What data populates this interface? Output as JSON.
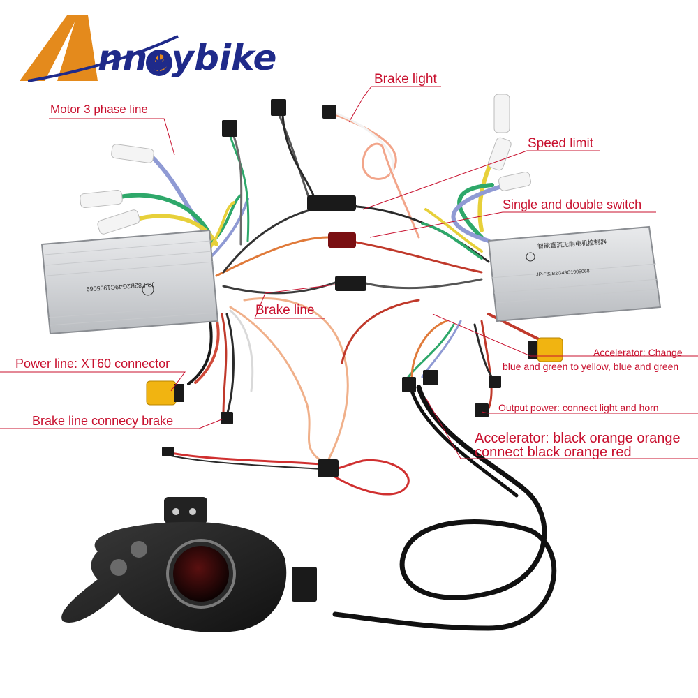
{
  "brand": {
    "name": "Annoybike",
    "name_rest": "nnoybike",
    "colors": {
      "orange": "#e48a1c",
      "blue": "#1f2a8a",
      "label_red": "#c8102e"
    }
  },
  "labels": {
    "brake_light": "Brake light",
    "motor_phase": "Motor 3 phase line",
    "speed_limit": "Speed limit",
    "single_double_switch": "Single and double switch",
    "brake_line": "Brake line",
    "accelerator_change_1": "Accelerator: Change",
    "accelerator_change_2": "blue and green to yellow, blue and green",
    "power_line": "Power line: XT60 connector",
    "brake_line_connect": "Brake line connecy brake",
    "output_power": "Output power: connect light and horn",
    "accelerator_bo_1": "Accelerator: black orange orange",
    "accelerator_bo_2": "connect black orange red"
  },
  "controller_labels": {
    "left_serial": "JP-F82B2G49C1905069",
    "right_serial": "JP-F82B2G49C1905068",
    "right_title": "智能直流无刷电机控制器"
  },
  "icons": [
    "wheel-icon",
    "power-button-icon",
    "mode-button-icon",
    "throttle-display-icon"
  ]
}
